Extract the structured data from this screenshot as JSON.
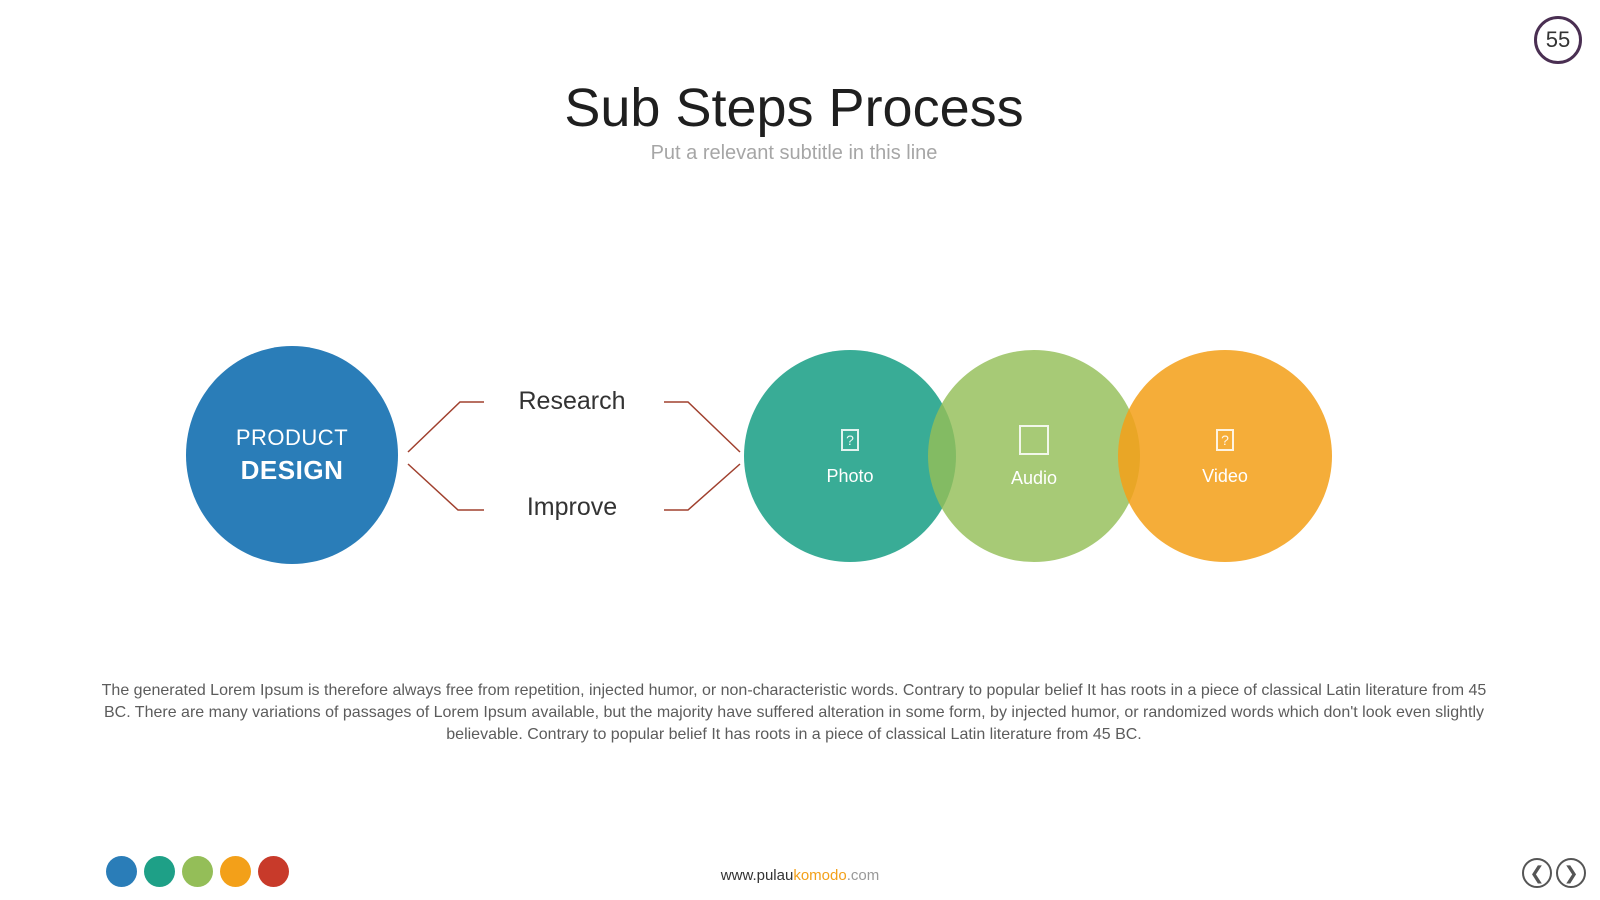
{
  "page": {
    "number": "55",
    "title": "Sub Steps Process",
    "subtitle": "Put a relevant subtitle in this line"
  },
  "diagram": {
    "source": {
      "line1": "PRODUCT",
      "line2": "DESIGN",
      "color": "#2a7db8"
    },
    "steps": [
      "Research",
      "Improve"
    ],
    "outputs": [
      {
        "label": "Photo",
        "icon": "image-icon",
        "color": "#1ea087"
      },
      {
        "label": "Audio",
        "icon": "square-icon",
        "color": "#94be58"
      },
      {
        "label": "Video",
        "icon": "video-icon",
        "color": "#f3a019"
      }
    ],
    "connector_color": "#a0402e"
  },
  "body_text": "The generated Lorem Ipsum is therefore always free from repetition, injected humor, or non-characteristic words. Contrary to popular belief It has roots in a piece of classical Latin literature from 45 BC. There are many variations of passages of Lorem Ipsum available, but the majority have suffered alteration in some form, by injected humor, or randomized words which don't look even slightly believable. Contrary to popular belief It has roots in a piece of classical Latin literature from 45 BC.",
  "palette": [
    "#2a7db8",
    "#1ea087",
    "#94be58",
    "#f3a019",
    "#c83a2a"
  ],
  "footer": {
    "url_prefix": "www.pulau",
    "url_brand": "komodo",
    "url_suffix": ".com"
  },
  "nav": {
    "prev_icon": "chevron-left-icon",
    "next_icon": "chevron-right-icon"
  }
}
